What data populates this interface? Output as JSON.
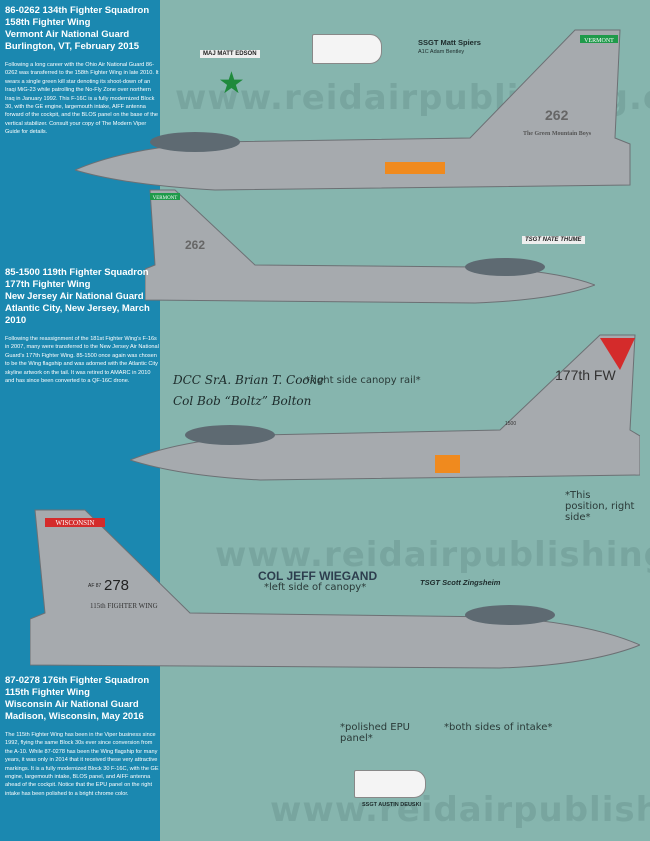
{
  "watermark": "www.reidairpublishing.com",
  "aircraft": [
    {
      "title_lines": [
        "86-0262 134th Fighter Squadron",
        "158th Fighter Wing",
        "Vermont Air National Guard",
        "Burlington, VT, February 2015"
      ],
      "description": "Following a long career with the Ohio Air National Guard 86-0262 was transferred to the 158th Fighter Wing in late 2010. It wears a single green kill star denoting its shoot-down of an Iraqi MiG-23 while patrolling the No-Fly Zone over northern Iraq in January 1992. This F-16C is a fully modernized Block 30, with the GE engine, largemouth intake, AIFF antenna forward of the cockpit, and the BLOS panel on the base of the vertical stabilizer. Consult your copy of The Modern Viper Guide for details.",
      "tail_text": "262",
      "tail_band": "VERMONT",
      "tail_motto": "The Green Mountain Boys"
    },
    {
      "title_lines": [
        "85-1500 119th Fighter Squadron",
        "177th Fighter Wing",
        "New Jersey Air National Guard",
        "Atlantic City, New Jersey, March 2010"
      ],
      "description": "Following the reassignment of the 181st Fighter Wing's F-16s in 2007, many were transferred to the New Jersey Air National Guard's 177th Fighter Wing. 85-1500 once again was chosen to be the Wing flagship and was adorned with the Atlantic City skyline artwork on the tail. It was retired to AMARC in 2010 and has since been converted to a QF-16C drone.",
      "tail_text": "177th FW",
      "serial": "1500"
    },
    {
      "title_lines": [
        "87-0278 176th Fighter Squadron",
        "115th Fighter Wing",
        "Wisconsin Air National Guard",
        "Madison, Wisconsin, May 2016"
      ],
      "description": "The 115th Fighter Wing has been in the Viper business since 1992, flying the same Block 30s ever since conversion from the A-10. While 87-0278 has been the Wing flagship for many years, it was only in 2014 that it received these very attractive markings. It is a fully modernized Block 30 F-16C, with the GE engine, largemouth intake, BLOS panel, and AIFF antenna ahead of the cockpit. Notice that the EPU panel on the right intake has been polished to a bright chrome color.",
      "tail_text": "278",
      "tail_prefix": "AF 87",
      "tail_band": "WISCONSIN",
      "fin_text": "115th FIGHTER WING"
    }
  ],
  "annotations": {
    "vt_pilot": "MAJ MATT EDSON",
    "vt_crew_chief": "SSGT Matt Spiers",
    "vt_asst_chief": "A1C Adam Bentley",
    "vt_pilot2": "TSGT NATE THUME",
    "nj_crew": "DCC SrA. Brian T. Cooke",
    "nj_crew_note": "*right side canopy rail*",
    "nj_pilot": "Col Bob “Boltz” Bolton",
    "nj_position": "*This position, right side*",
    "wi_pilot": "COL JEFF WIEGAND",
    "wi_pilot_note": "*left side of canopy*",
    "wi_crew": "TSGT Scott Zingsheim",
    "wi_epu": "*polished EPU panel*",
    "wi_intake": "*both sides of intake*",
    "wi_chief": "SSGT AUSTIN DEUSKI"
  },
  "colors": {
    "panel_blue": "#1b88b0",
    "background": "#86b5ae",
    "aircraft_gray": "#a6aaae",
    "kill_star": "#1f8a3c",
    "nj_red": "#d42b2b",
    "orange": "#f08a1e"
  }
}
